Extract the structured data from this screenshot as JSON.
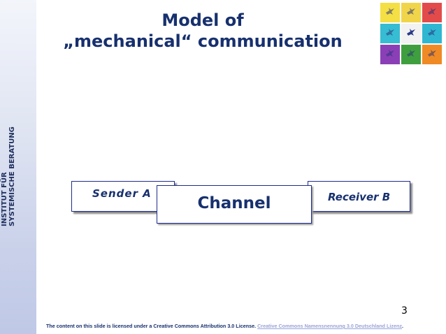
{
  "sidebar": {
    "line1": "INSTITUT FÜR",
    "line2": "SYSTEMISCHE BERATUNG"
  },
  "title": {
    "line1": "Model of",
    "line2": "„mechanical“ communication"
  },
  "logo_tiles": [
    {
      "color": "#f4df45",
      "icon": "bird-icon",
      "caption": ""
    },
    {
      "color": "#f0d54a",
      "icon": "bird-icon",
      "caption": ""
    },
    {
      "color": "#e34b4b",
      "icon": "bird-icon",
      "caption": ""
    },
    {
      "color": "#36bcd3",
      "icon": "bird-icon",
      "caption": ""
    },
    {
      "color": "#f2f2f2",
      "icon": "bird-icon",
      "caption": ""
    },
    {
      "color": "#2fb7d2",
      "icon": "bird-icon",
      "caption": ""
    },
    {
      "color": "#8a3fb7",
      "icon": "bird-icon",
      "caption": ""
    },
    {
      "color": "#3f9f3f",
      "icon": "bird-icon",
      "caption": ""
    },
    {
      "color": "#f08a24",
      "icon": "bird-icon",
      "caption": ""
    }
  ],
  "diagram": {
    "sender_label": "Sender  A",
    "channel_label": "Channel",
    "receiver_label": "Receiver B"
  },
  "page_number": "3",
  "footer": {
    "license_text": "The content on this slide is licensed under a Creative Commons Attribution 3.0 License.",
    "link_text": "Creative Commons Namensnennung 3.0 Deutschland Lizenz",
    "end_punct": "."
  },
  "colors": {
    "title_blue": "#17306e",
    "box_border": "#1f2d8a",
    "link": "#9aa3d9"
  }
}
